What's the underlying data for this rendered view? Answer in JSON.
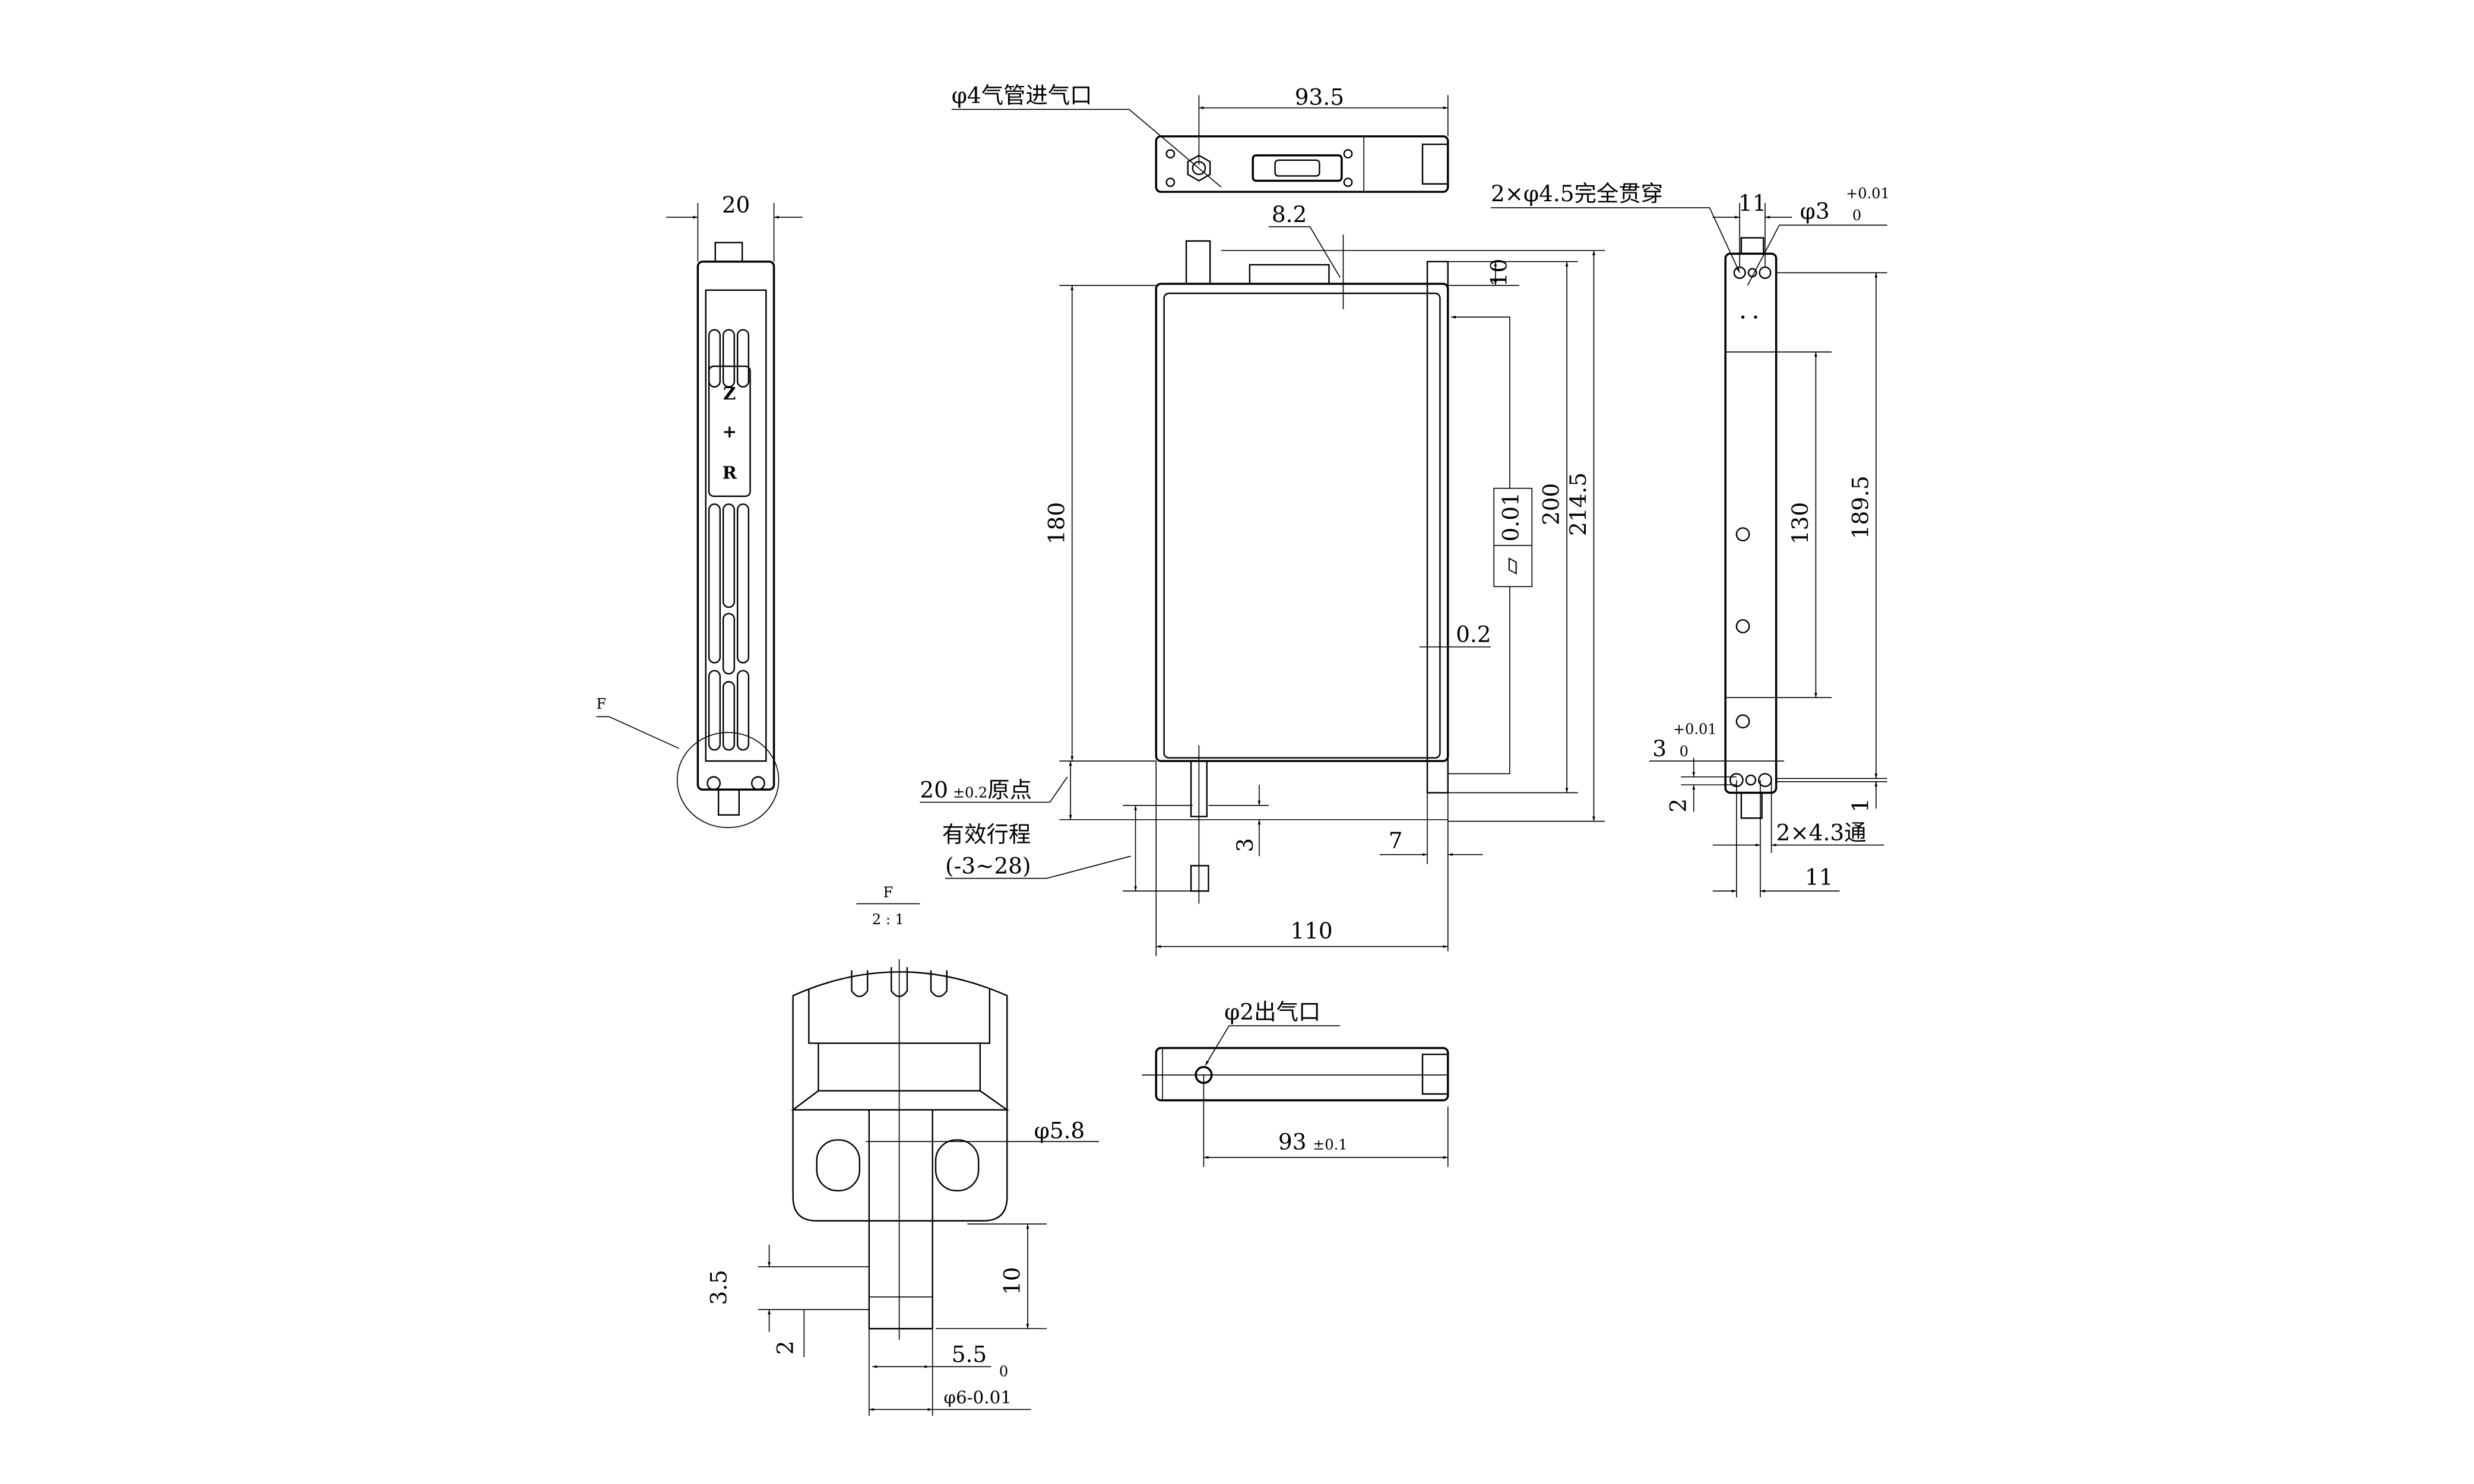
{
  "top_view": {
    "inlet_label": "φ4气管进气口",
    "width_dim": "93.5"
  },
  "front_view": {
    "dim_8_2": "8.2",
    "dim_10": "10",
    "dim_180": "180",
    "dim_200": "200",
    "dim_214_5": "214.5",
    "flatness_symbol": "⏥",
    "flatness_value": "0.01",
    "dim_0_2": "0.2",
    "origin_value": "20",
    "origin_tol": "±0.2",
    "origin_label": "原点",
    "stroke_label": "有效行程",
    "stroke_range": "(-3~28)",
    "dim_3": "3",
    "dim_7": "7",
    "dim_110": "110"
  },
  "left_view": {
    "width_dim": "20",
    "logo": [
      "Z",
      "+",
      "R"
    ],
    "detail_marker": "F"
  },
  "right_view": {
    "thru_holes_label": "2×φ4.5完全贯穿",
    "dim_11_top": "11",
    "pin_dia": "φ3",
    "pin_tol_upper": "+0.01",
    "pin_tol_lower": "0",
    "dim_130": "130",
    "dim_189_5": "189.5",
    "slot_value": "3",
    "slot_tol_upper": "+0.01",
    "slot_tol_lower": "0",
    "dim_2": "2",
    "dim_1": "1",
    "holes_label": "2×4.3通",
    "dim_11_bottom": "11"
  },
  "detail_f": {
    "title": "F",
    "scale": "2 : 1",
    "dia_5_8": "φ5.8",
    "dim_10": "10",
    "dim_3_5": "3.5",
    "dim_2": "2",
    "dim_5_5": "5.5",
    "shaft_dia": "φ6-0.01",
    "shaft_tol_upper": "0"
  },
  "bottom_view": {
    "outlet_label": "φ2出气口",
    "length_dim": "93",
    "length_tol": "±0.1"
  }
}
